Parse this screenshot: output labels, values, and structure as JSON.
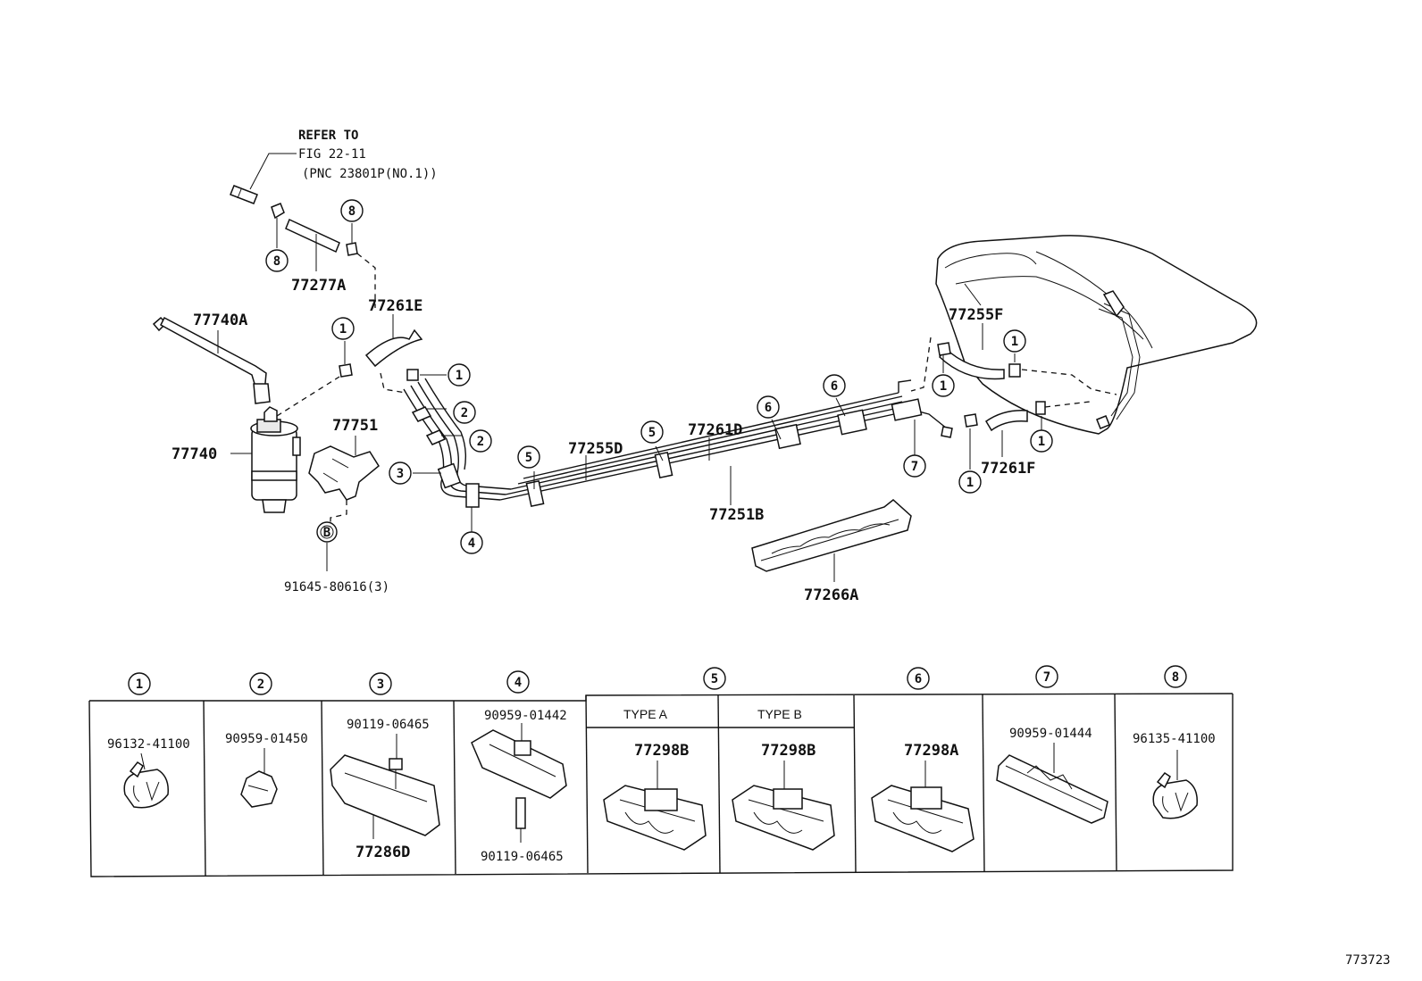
{
  "refer": {
    "line1": "REFER TO",
    "line2": "FIG 22-11",
    "line3": "(PNC 23801P(NO.1))"
  },
  "parts": {
    "p77277A": "77277A",
    "p77740A": "77740A",
    "p77261E": "77261E",
    "p77751": "77751",
    "p77740": "77740",
    "p91645": "91645-80616(3)",
    "p77255D": "77255D",
    "p77261D": "77261D",
    "p77251B": "77251B",
    "p77266A": "77266A",
    "p77255F": "77255F",
    "p77261F": "77261F",
    "bolt_marker": "B"
  },
  "callouts": {
    "c1": "1",
    "c2": "2",
    "c3": "3",
    "c4": "4",
    "c5": "5",
    "c6": "6",
    "c7": "7",
    "c8": "8"
  },
  "legend": {
    "cells": [
      {
        "index": "1",
        "part": "96132-41100"
      },
      {
        "index": "2",
        "part": "90959-01450"
      },
      {
        "index": "3",
        "part_top": "90119-06465",
        "part_bottom": "77286D"
      },
      {
        "index": "4",
        "part_top": "90959-01442",
        "part_bottom": "90119-06465"
      },
      {
        "index": "5",
        "type_a": "TYPE A",
        "type_a_part": "77298B",
        "type_b": "TYPE B",
        "type_b_part": "77298B"
      },
      {
        "index": "6",
        "part": "77298A"
      },
      {
        "index": "7",
        "part": "90959-01444"
      },
      {
        "index": "8",
        "part": "96135-41100"
      }
    ]
  },
  "figure_id": "773723"
}
